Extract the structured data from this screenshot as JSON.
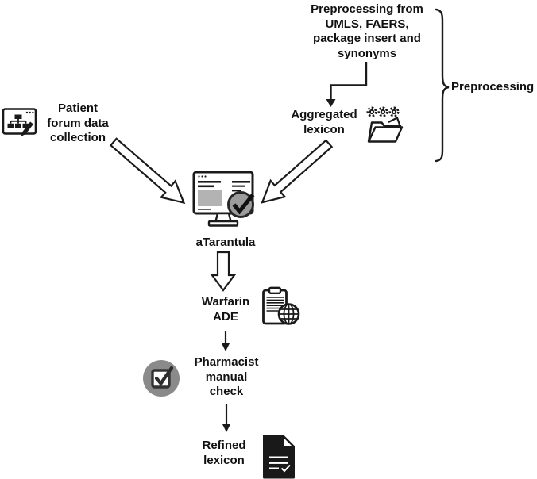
{
  "nodes": {
    "preprocessing_source": {
      "label": "Preprocessing from\nUMLS, FAERS,\npackage insert and\nsynonyms"
    },
    "patient_forum": {
      "label": "Patient\nforum data\ncollection",
      "icon": "browser-flowchart-pencil-icon"
    },
    "aggregated_lexicon": {
      "label": "Aggregated\nlexicon",
      "icon": "gears-folder-icon"
    },
    "atarantula": {
      "label": "aTarantula",
      "icon": "monitor-check-icon"
    },
    "warfarin_ade": {
      "label": "Warfarin\nADE",
      "icon": "clipboard-globe-icon"
    },
    "pharmacist_check": {
      "label": "Pharmacist\nmanual\ncheck",
      "icon": "checkbox-circle-icon"
    },
    "refined_lexicon": {
      "label": "Refined\nlexicon",
      "icon": "document-icon"
    }
  },
  "bracket": {
    "label": "Preprocessing"
  },
  "colors": {
    "ink": "#1a1a1a",
    "circle_gray": "#8a8a8a",
    "check_circle_gray": "#9c9c9c",
    "light_gray": "#b3b3b3",
    "document_black": "#191919",
    "background": "#ffffff"
  }
}
